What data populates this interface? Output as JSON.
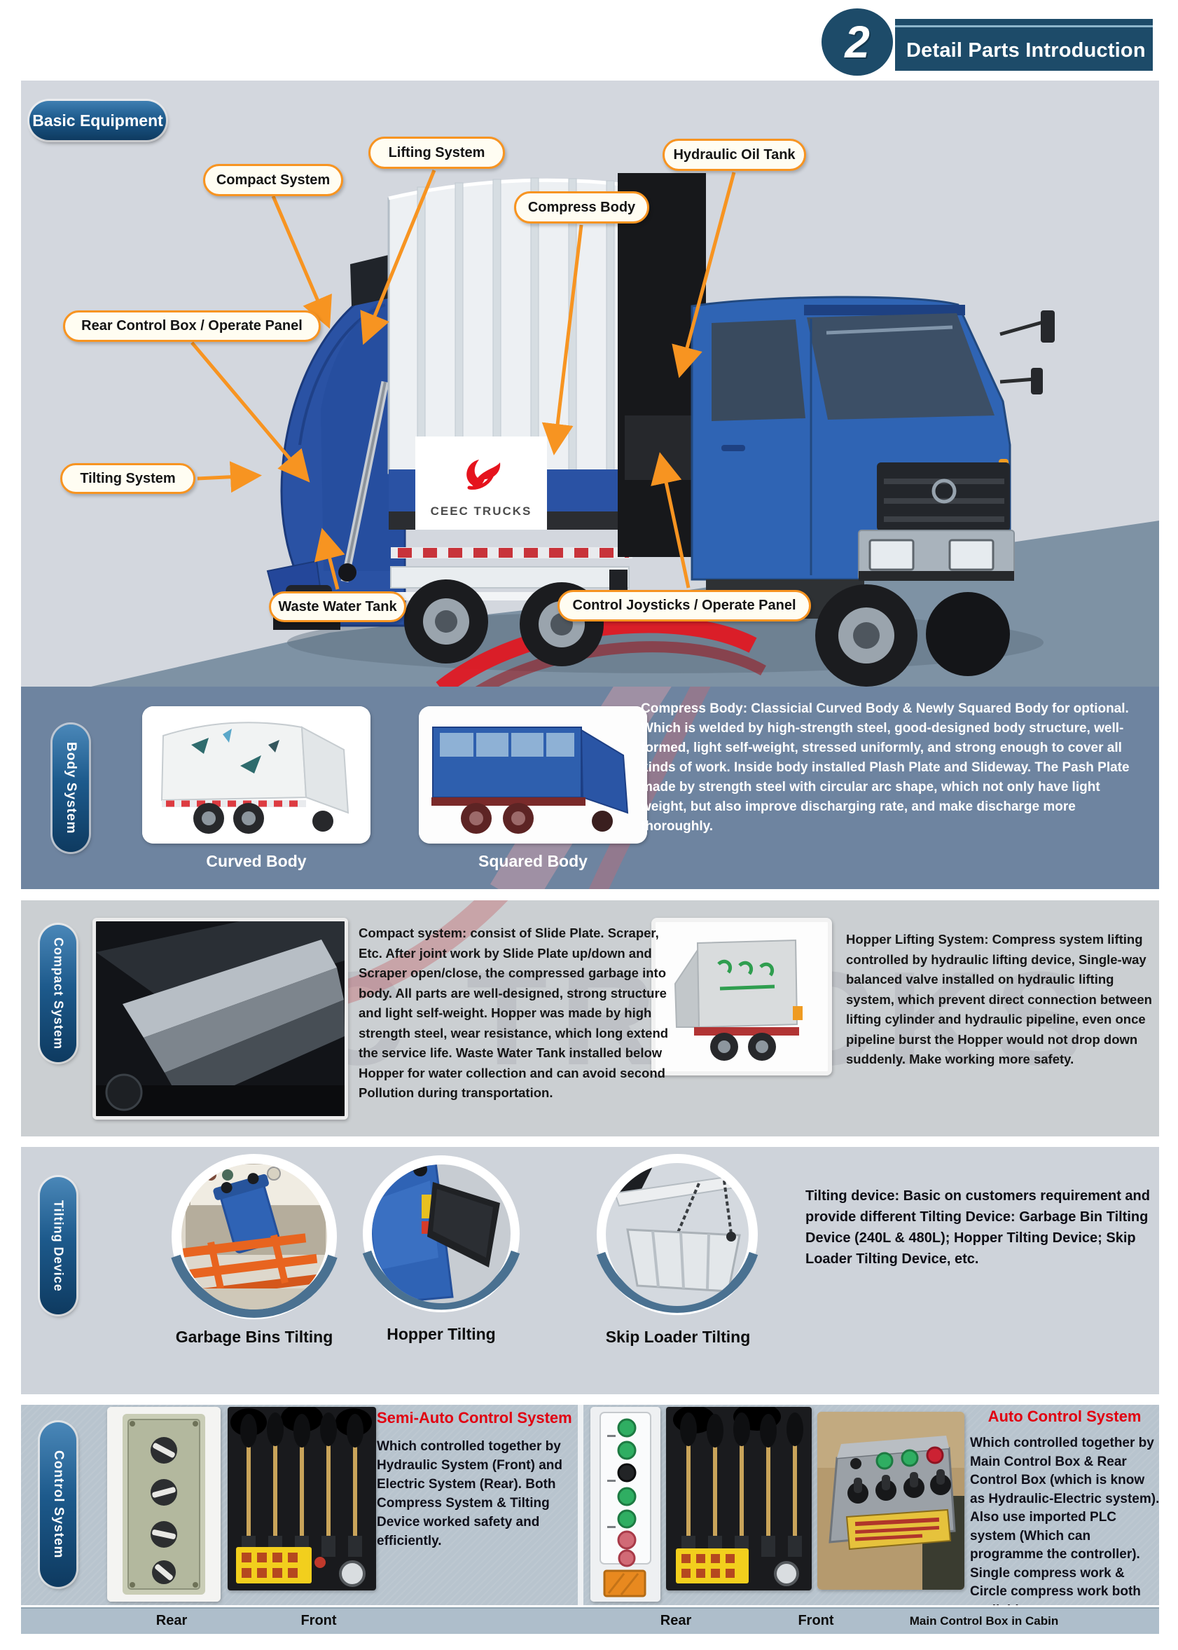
{
  "header": {
    "badge": "2",
    "title": "Detail Parts Introduction"
  },
  "basic": {
    "badge": "Basic Equipment",
    "callouts": [
      "Compact System",
      "Lifting System",
      "Compress Body",
      "Hydraulic Oil Tank",
      "Rear Control Box / Operate Panel",
      "Tilting System",
      "Waste Water Tank",
      "Control Joysticks / Operate Panel"
    ],
    "logo_brand": "CEEC TRUCKS"
  },
  "sections": {
    "body_system": {
      "label": "Body System",
      "captions": [
        "Curved Body",
        "Squared Body"
      ],
      "description": "Compress Body: Classicial Curved Body & Newly Squared Body for optional. Which is welded by high-strength steel, good-designed body structure, well-formed, light self-weight, stressed uniformly, and strong enough to cover all kinds of work. Inside body installed Plash Plate and Slideway. The Pash Plate made by strength steel with circular arc shape, which not only have light weight, but also improve discharging rate, and make discharge more thoroughly."
    },
    "compact_system": {
      "label": "Compact System",
      "description_left": "Compact system: consist of Slide Plate. Scraper, Etc. After joint work by Slide Plate up/down and Scraper open/close, the compressed garbage into body. All parts are well-designed, strong structure and light self-weight. Hopper was made by high strength steel, wear resistance, which long extend the service life. Waste Water Tank installed below Hopper for water collection and can avoid second Pollution during transportation.",
      "description_right": "Hopper Lifting System: Compress system lifting controlled by hydraulic lifting device, Single-way balanced valve installed on hydraulic lifting system, which prevent direct connection between lifting cylinder and hydraulic pipeline, even once pipeline burst the Hopper would not drop down suddenly. Make working more safety."
    },
    "tilting_device": {
      "label": "Tilting Device",
      "items": [
        "Garbage Bins Tilting",
        "Hopper Tilting",
        "Skip Loader Tilting"
      ],
      "description": "Tilting device: Basic on customers requirement and provide different Tilting Device: Garbage Bin Tilting Device (240L & 480L); Hopper Tilting Device; Skip Loader Tilting Device, etc."
    },
    "control_system": {
      "label": "Control System",
      "semi_auto_title": "Semi-Auto Control System",
      "semi_auto_description": "Which controlled together by Hydraulic System (Front) and Electric System (Rear). Both Compress System & Tilting Device worked safety and efficiently.",
      "auto_title": "Auto Control System",
      "auto_description": "Which controlled together by Main Control Box & Rear Control Box (which is know as Hydraulic-Electric system). Also use imported PLC system (Which can programme the controller). Single compress work & Circle compress work both available."
    }
  },
  "footer": {
    "labels": [
      "Rear",
      "Front",
      "Rear",
      "Front",
      "Main Control Box in Cabin"
    ]
  },
  "colors": {
    "accent_orange": "#f79421",
    "navy": "#1d4b69",
    "red_heading": "#e10010",
    "brand_red": "#e5131d"
  }
}
